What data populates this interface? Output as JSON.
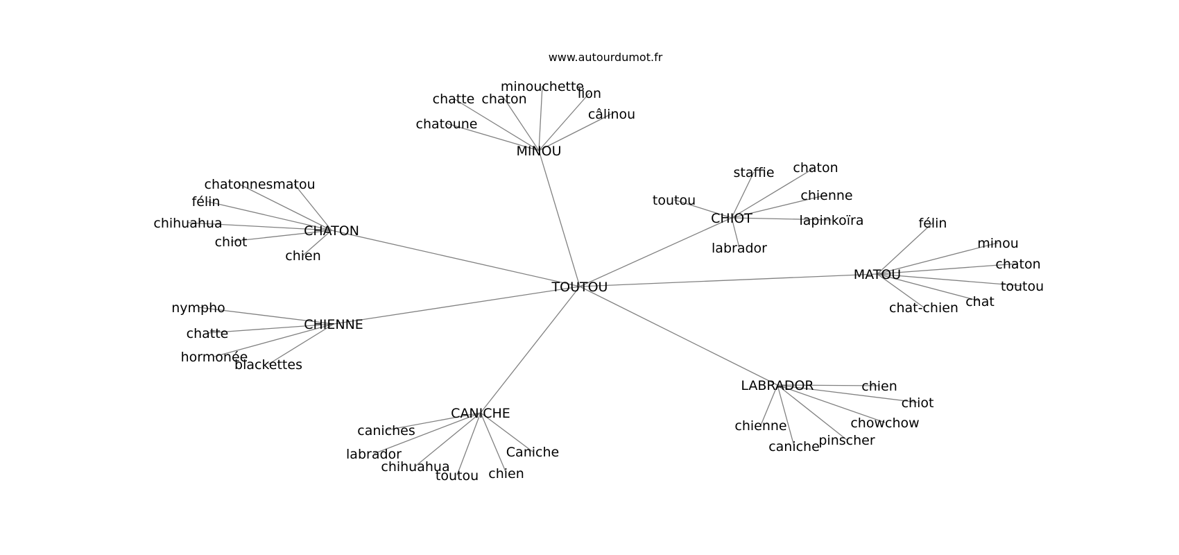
{
  "site_label": "www.autourdumot.fr",
  "center": {
    "label": "TOUTOU"
  },
  "clusters": [
    {
      "label": "MINOU",
      "leaves": [
        "chatoune",
        "chatte",
        "chaton",
        "minouchette",
        "lion",
        "câlinou"
      ]
    },
    {
      "label": "CHATON",
      "leaves": [
        "chatonnes",
        "matou",
        "félin",
        "chihuahua",
        "chiot",
        "chien"
      ]
    },
    {
      "label": "CHIOT",
      "leaves": [
        "toutou",
        "staffie",
        "chaton",
        "chienne",
        "lapinkoïra",
        "labrador"
      ]
    },
    {
      "label": "MATOU",
      "leaves": [
        "félin",
        "minou",
        "chaton",
        "toutou",
        "chat",
        "chat-chien"
      ]
    },
    {
      "label": "CHIENNE",
      "leaves": [
        "nympho",
        "chatte",
        "hormonée",
        "blackettes"
      ]
    },
    {
      "label": "CANICHE",
      "leaves": [
        "caniches",
        "labrador",
        "chihuahua",
        "toutou",
        "chien",
        "Caniche"
      ]
    },
    {
      "label": "LABRADOR",
      "leaves": [
        "chien",
        "chiot",
        "chowchow",
        "pinscher",
        "caniche",
        "chienne"
      ]
    }
  ]
}
